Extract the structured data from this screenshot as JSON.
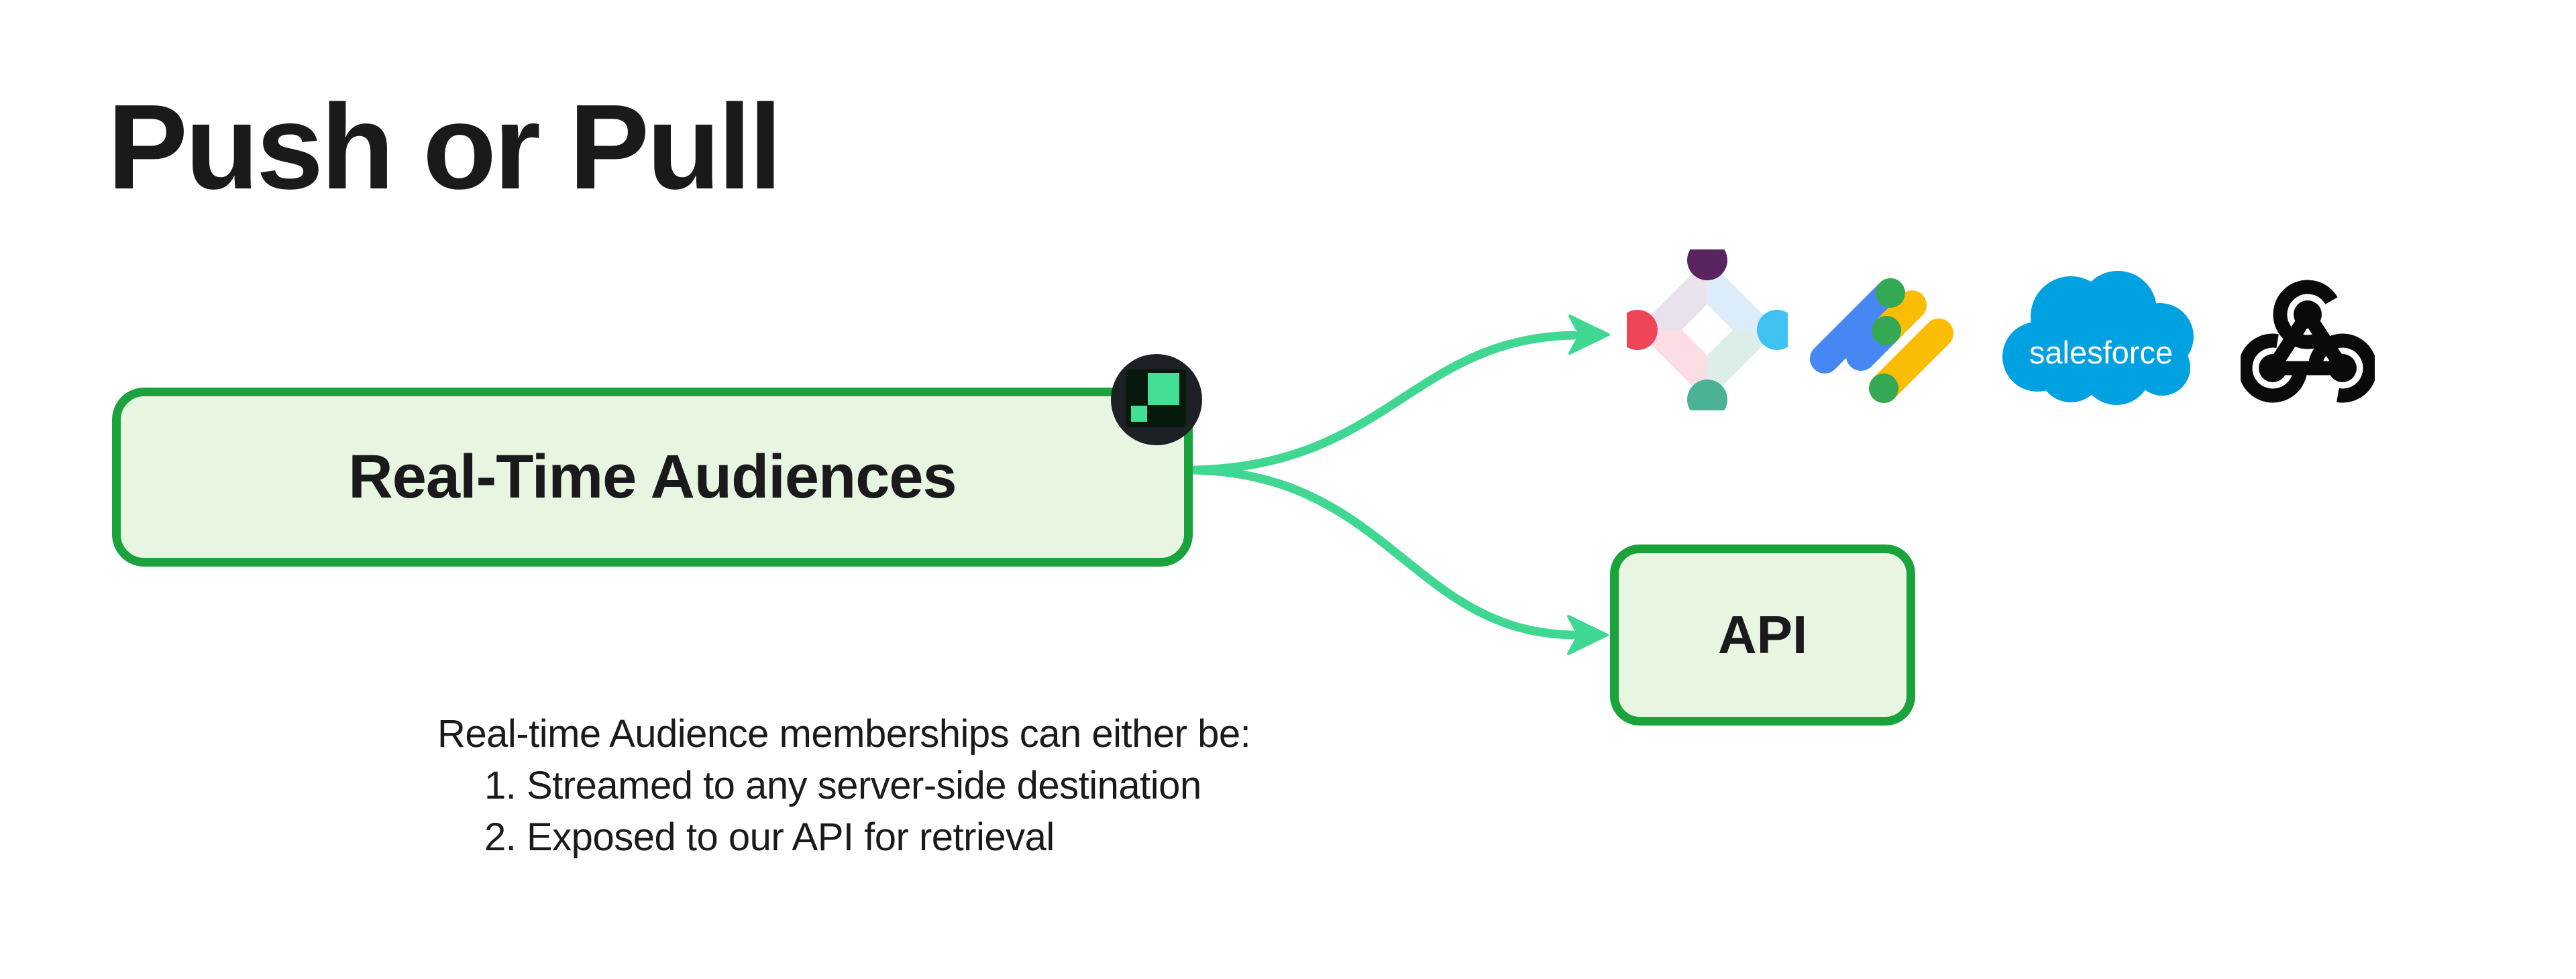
{
  "slide": {
    "title": "Push or Pull"
  },
  "flow": {
    "source_node": {
      "label": "Real-Time Audiences",
      "badge_icon": "segment-tiles-icon"
    },
    "api_node": {
      "label": "API"
    }
  },
  "destinations": [
    {
      "icon": "iterable-logo"
    },
    {
      "icon": "google-ad-manager-logo"
    },
    {
      "icon": "salesforce-logo",
      "wordmark": "salesforce"
    },
    {
      "icon": "webhook-icon"
    }
  ],
  "notes": {
    "intro": "Real-time Audience memberships can either be:",
    "items": [
      {
        "number": "1.",
        "text": "Streamed to any server-side destination"
      },
      {
        "number": "2.",
        "text": "Exposed to our API for retrieval"
      }
    ]
  },
  "colors": {
    "page_bg": "#ffffff",
    "text": "#1a1a1c",
    "node_border": "#1aa33c",
    "node_fill": "#e7f5e1",
    "arrow": "#40d792",
    "badge_bg": "#1d2025",
    "badge_tile_bg": "#07190c",
    "badge_tile_green": "#43df96",
    "iterable_purple": "#5a2462",
    "iterable_red": "#ee4558",
    "iterable_blue": "#3fc2f1",
    "iterable_teal": "#4bb295",
    "iterable_band_lavender": "#e9e1ec",
    "iterable_band_blue": "#dcedf9",
    "iterable_band_pink": "#fbdde3",
    "iterable_band_teal": "#ddeee8",
    "gam_blue": "#4687f4",
    "gam_yellow": "#fbbc04",
    "gam_green": "#34a853",
    "salesforce_blue": "#00a1e0",
    "webhook_black": "#0a0a0a"
  }
}
